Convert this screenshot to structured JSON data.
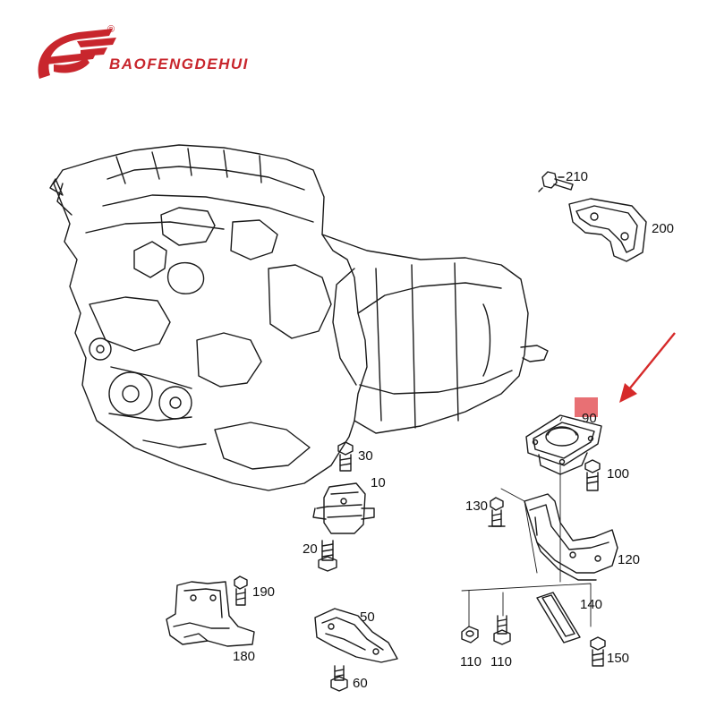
{
  "brand": {
    "name": "BAOFENGDEHUI",
    "registered_mark": "®",
    "color": "#c8262d"
  },
  "highlight": {
    "color": "#e87074"
  },
  "arrow": {
    "color": "#d62a2a"
  },
  "callouts": {
    "c210": "210",
    "c200": "200",
    "c90": "90",
    "c100": "100",
    "c30": "30",
    "c10": "10",
    "c130": "130",
    "c20": "20",
    "c120": "120",
    "c190": "190",
    "c50": "50",
    "c140": "140",
    "c180": "180",
    "c110a": "110",
    "c110b": "110",
    "c150": "150",
    "c60": "60"
  }
}
